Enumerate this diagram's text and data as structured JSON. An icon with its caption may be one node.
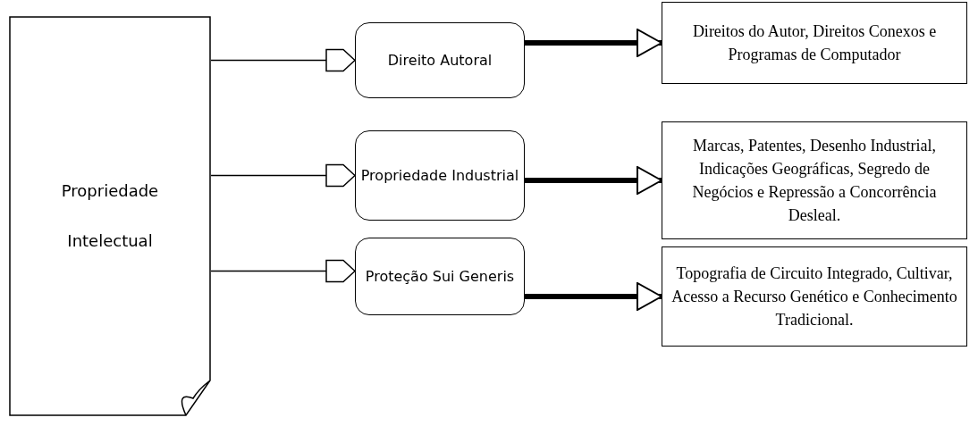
{
  "diagram": {
    "nodes": [
      {
        "text": [
          "Propriedade Intelectual"
        ]
      },
      {
        "text": [
          "Direito Autoral"
        ]
      },
      {
        "text": [
          "Direitos do Autor, Direitos Conexos e Programas de Computador"
        ]
      },
      {
        "text": [
          "Propriedade Industrial"
        ]
      },
      {
        "text": [
          "Marcas, Patentes, Desenho Industrial, Indicações Geográficas, Segredo de Negócios e Repressão a Concorrência Desleal."
        ]
      },
      {
        "text": [
          "Proteção Sui Generis"
        ]
      },
      {
        "text": [
          "Topografia de Circuito Integrado, Cultivar, Acesso a Recurso Genético e Conhecimento Tradicional."
        ]
      }
    ],
    "edges": [
      {
        "from": 0,
        "to": 1,
        "arrow": "to"
      },
      {
        "from": 0,
        "to": 3,
        "arrow": "to"
      },
      {
        "from": 0,
        "to": 5,
        "arrow": "to"
      },
      {
        "from": 1,
        "to": 2,
        "arrow": "to",
        "style": "thick"
      },
      {
        "from": 3,
        "to": 4,
        "arrow": "to",
        "style": "thick"
      },
      {
        "from": 5,
        "to": 6,
        "arrow": "to",
        "style": "thick"
      }
    ]
  }
}
